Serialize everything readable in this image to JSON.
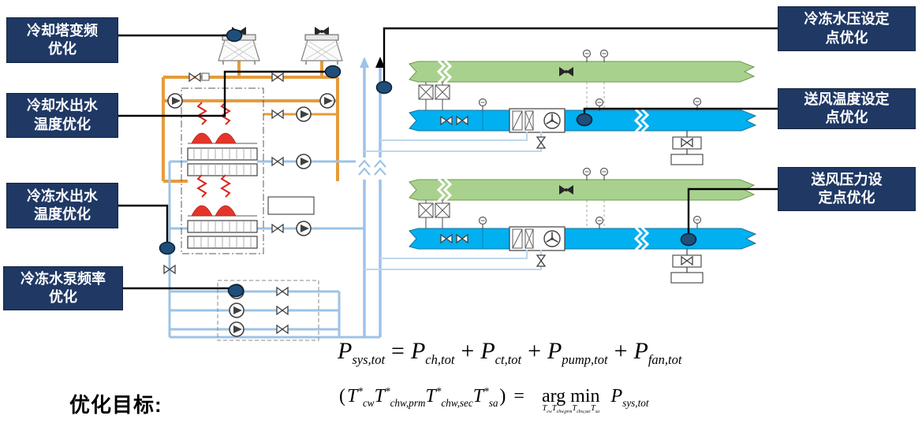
{
  "slide": {
    "callouts": [
      {
        "line1": "冷却塔变频",
        "line2": "优化"
      },
      {
        "line1": "冷却水出水",
        "line2": "温度优化"
      },
      {
        "line1": "冷冻水出水",
        "line2": "温度优化"
      },
      {
        "line1": "冷冻水泵频率",
        "line2": "优化"
      },
      {
        "line1": "冷冻水压设定",
        "line2": "点优化"
      },
      {
        "line1": "送风温度设定",
        "line2": "点优化"
      },
      {
        "line1": "送风压力设",
        "line2": "定点优化"
      }
    ],
    "objective": {
      "heading": "优化目标:",
      "eq1": [
        {
          "v": "P",
          "sub": "sys,tot"
        },
        {
          "op": "="
        },
        {
          "v": "P",
          "sub": "ch,tot"
        },
        {
          "op": "+"
        },
        {
          "v": "P",
          "sub": "ct,tot"
        },
        {
          "op": "+"
        },
        {
          "v": "P",
          "sub": "pump,tot"
        },
        {
          "op": "+"
        },
        {
          "v": "P",
          "sub": "fan,tot"
        }
      ],
      "eq2": [
        {
          "op": "("
        },
        {
          "v": "T",
          "sup": "*",
          "sub": "cw"
        },
        {
          "v": "T",
          "sup": "*",
          "sub": "chw,prm"
        },
        {
          "v": "T",
          "sup": "*",
          "sub": "chw,sec"
        },
        {
          "v": "T",
          "sup": "*",
          "sub": "sa"
        },
        {
          "op": ")"
        },
        {
          "op": "="
        },
        {
          "argmin": {
            "label": "arg min",
            "under": [
              {
                "v": "T",
                "sub": "cw"
              },
              {
                "v": "T",
                "sub": "chw,prm"
              },
              {
                "v": "T",
                "sub": "chw,sec"
              },
              {
                "v": "T",
                "sub": "sa"
              }
            ]
          }
        },
        {
          "v": "P",
          "sub": "sys,tot"
        }
      ]
    },
    "colors": {
      "callout_bg": "#1F3864",
      "callout_text": "#FFFFFF",
      "marker": "#1F4E79",
      "condenser_pipe": "#E49C3C",
      "chilled_pipe": "#9DC3E6",
      "supply_duct": "#00B0F0",
      "return_duct": "#A9D18E",
      "hot_component": "#E5352B"
    }
  }
}
